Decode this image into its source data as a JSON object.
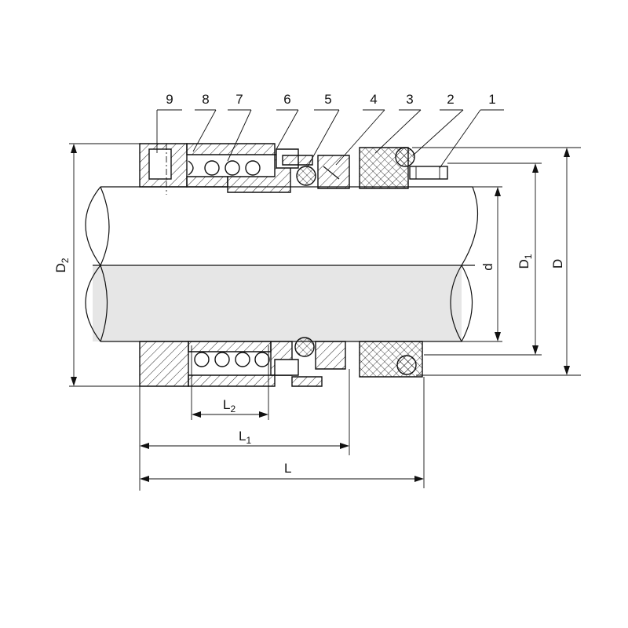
{
  "diagram": {
    "part_numbers": [
      "9",
      "8",
      "7",
      "6",
      "5",
      "4",
      "3",
      "2",
      "1"
    ],
    "dimensions": {
      "D2": {
        "main": "D",
        "sub": "2"
      },
      "d": {
        "main": "d",
        "sub": ""
      },
      "D1": {
        "main": "D",
        "sub": "1"
      },
      "D": {
        "main": "D",
        "sub": ""
      },
      "L2": {
        "main": "L",
        "sub": "2"
      },
      "L1": {
        "main": "L",
        "sub": "1"
      },
      "L": {
        "main": "L",
        "sub": ""
      }
    },
    "colors": {
      "shaft_upper": "#ffffff",
      "shaft_lower": "#e6e6e6",
      "line": "#111111"
    }
  }
}
